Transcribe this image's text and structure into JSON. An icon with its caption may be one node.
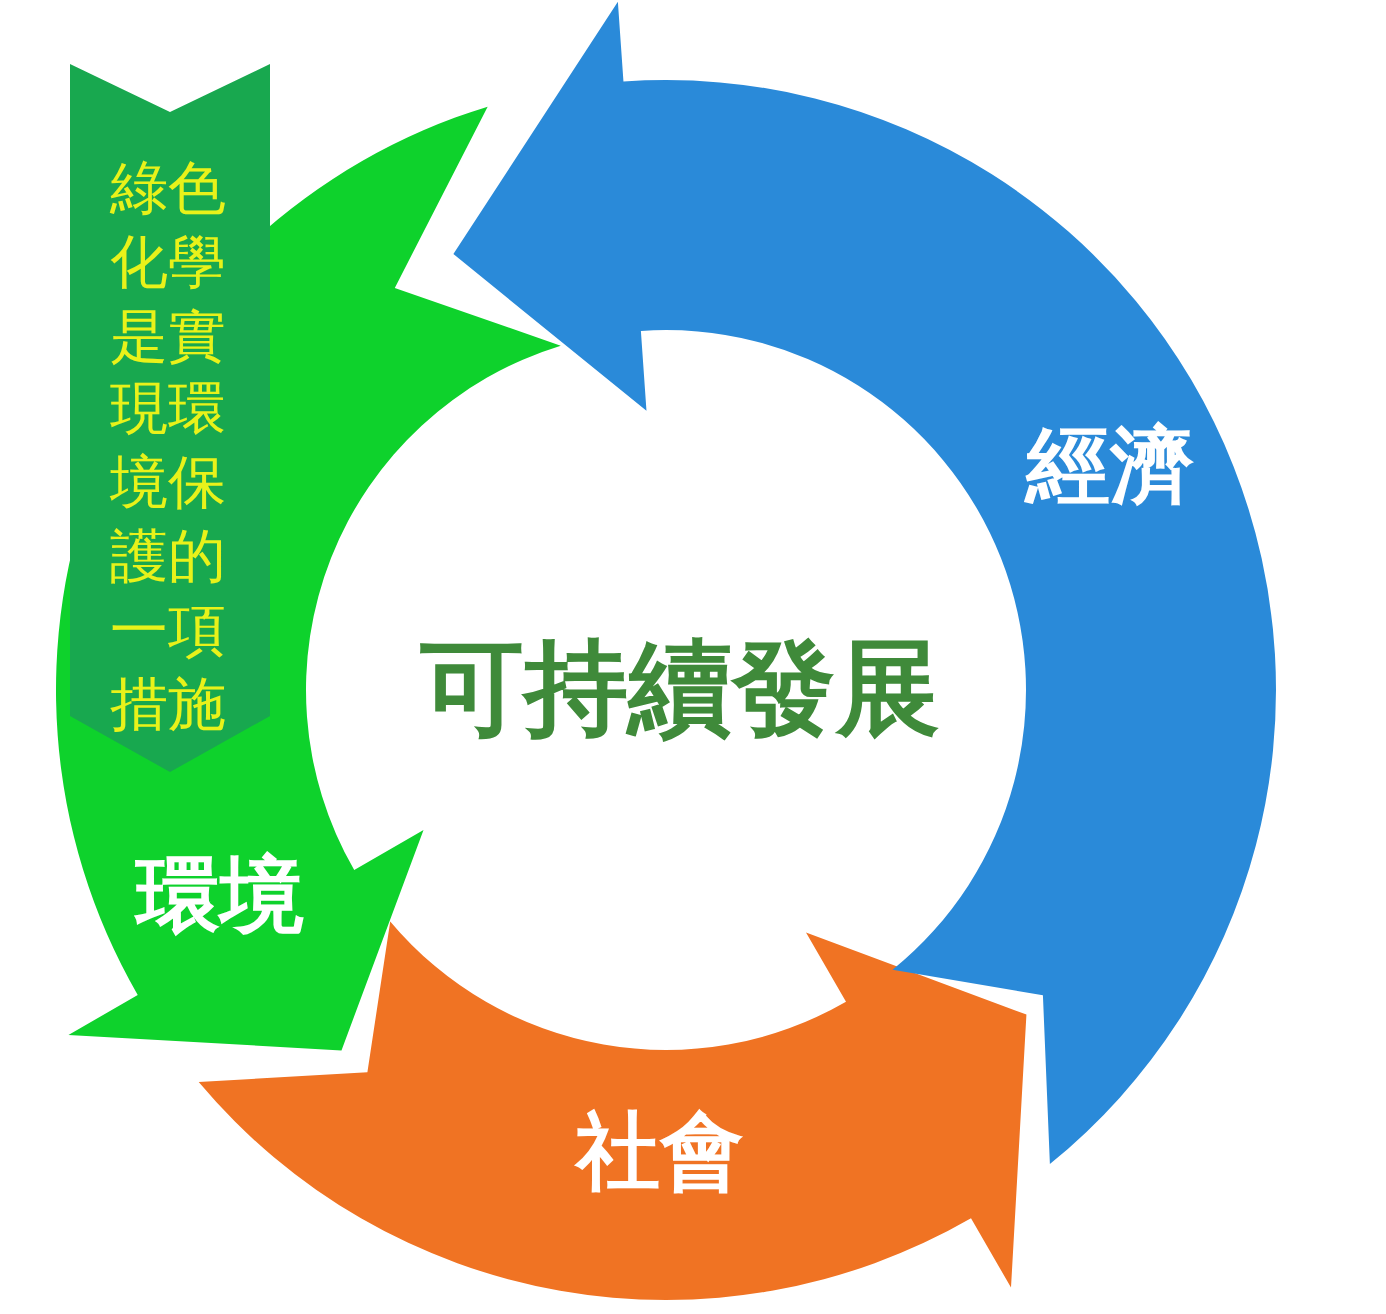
{
  "diagram": {
    "nodes": [
      {
        "text": [
          "綠色化學是實現環境保護的一項措施"
        ]
      },
      {
        "text": [
          "經濟"
        ]
      },
      {
        "text": [
          "環境"
        ]
      },
      {
        "text": [
          "社會"
        ]
      }
    ],
    "labels": [
      "可持續發展"
    ]
  }
}
